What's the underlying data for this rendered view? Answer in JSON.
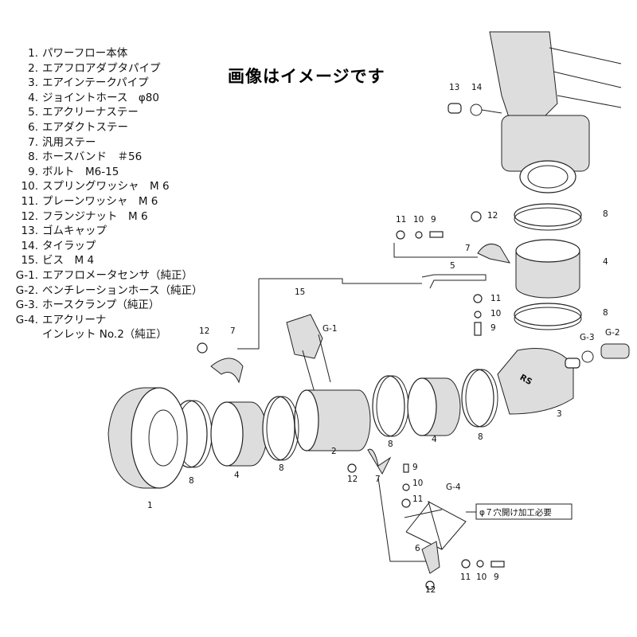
{
  "title": "画像はイメージです",
  "parts": [
    {
      "no": "1.",
      "name": "パワーフロー本体"
    },
    {
      "no": "2.",
      "name": "エアフロアダプタパイプ"
    },
    {
      "no": "3.",
      "name": "エアインテークパイプ"
    },
    {
      "no": "4.",
      "name": "ジョイントホース　φ80"
    },
    {
      "no": "5.",
      "name": "エアクリーナステー"
    },
    {
      "no": "6.",
      "name": "エアダクトステー"
    },
    {
      "no": "7.",
      "name": "汎用ステー"
    },
    {
      "no": "8.",
      "name": "ホースバンド　＃56"
    },
    {
      "no": "9.",
      "name": "ボルト　M6-15"
    },
    {
      "no": "10.",
      "name": "スプリングワッシャ　M 6"
    },
    {
      "no": "11.",
      "name": "プレーンワッシャ　M 6"
    },
    {
      "no": "12.",
      "name": "フランジナット　M 6"
    },
    {
      "no": "13.",
      "name": "ゴムキャップ"
    },
    {
      "no": "14.",
      "name": "タイラップ"
    },
    {
      "no": "15.",
      "name": "ビス　M 4"
    },
    {
      "no": "G-1.",
      "name": "エアフロメータセンサ（純正）"
    },
    {
      "no": "G-2.",
      "name": "ベンチレーションホース（純正）"
    },
    {
      "no": "G-3.",
      "name": "ホースクランプ（純正）"
    },
    {
      "no": "G-4.",
      "name": "エアクリーナ"
    },
    {
      "no": "",
      "name": "インレット No.2（純正）"
    }
  ],
  "callouts": [
    "13",
    "14",
    "8",
    "11",
    "10",
    "9",
    "12",
    "7",
    "5",
    "4",
    "15",
    "11",
    "10",
    "9",
    "8",
    "G-1",
    "12",
    "7",
    "G-3",
    "G-2",
    "3",
    "2",
    "8",
    "4",
    "8",
    "8",
    "4",
    "8",
    "1",
    "9",
    "10",
    "11",
    "G-4",
    "12",
    "7",
    "6",
    "11",
    "10",
    "9",
    "12"
  ],
  "note": "φ７穴開け加工必要",
  "pipe_logo": "RS"
}
